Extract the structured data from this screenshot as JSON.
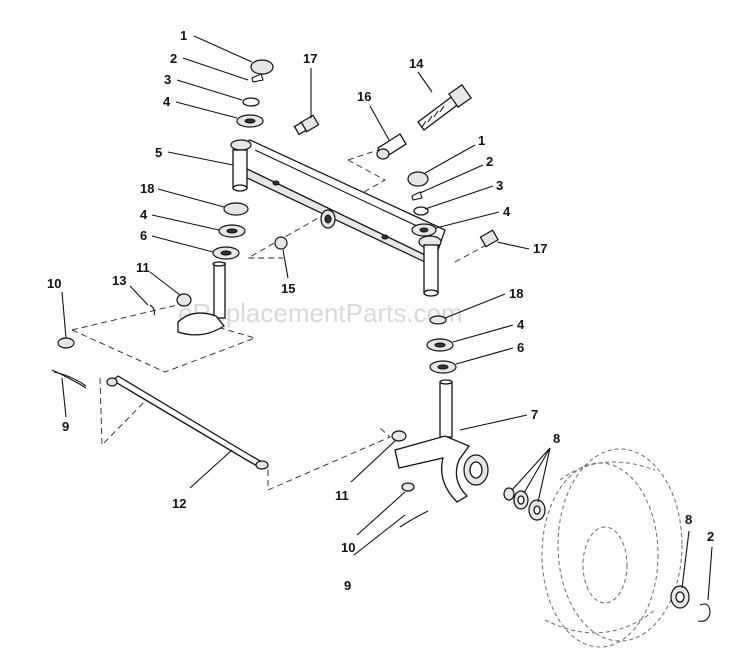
{
  "watermark": "eReplacementParts.com",
  "callouts": [
    {
      "id": "c1a",
      "text": "1"
    },
    {
      "id": "c2a",
      "text": "2"
    },
    {
      "id": "c3a",
      "text": "3"
    },
    {
      "id": "c4a",
      "text": "4"
    },
    {
      "id": "c5",
      "text": "5"
    },
    {
      "id": "c18a",
      "text": "18"
    },
    {
      "id": "c4b",
      "text": "4"
    },
    {
      "id": "c6a",
      "text": "6"
    },
    {
      "id": "c17a",
      "text": "17"
    },
    {
      "id": "c16",
      "text": "16"
    },
    {
      "id": "c14",
      "text": "14"
    },
    {
      "id": "c1b",
      "text": "1"
    },
    {
      "id": "c2b",
      "text": "2"
    },
    {
      "id": "c3b",
      "text": "3"
    },
    {
      "id": "c4c",
      "text": "4"
    },
    {
      "id": "c17b",
      "text": "17"
    },
    {
      "id": "c15",
      "text": "15"
    },
    {
      "id": "c10a",
      "text": "10"
    },
    {
      "id": "c13",
      "text": "13"
    },
    {
      "id": "c11a",
      "text": "11"
    },
    {
      "id": "c9a",
      "text": "9"
    },
    {
      "id": "c18b",
      "text": "18"
    },
    {
      "id": "c4d",
      "text": "4"
    },
    {
      "id": "c6b",
      "text": "6"
    },
    {
      "id": "c7",
      "text": "7"
    },
    {
      "id": "c8a",
      "text": "8"
    },
    {
      "id": "c12",
      "text": "12"
    },
    {
      "id": "c11b",
      "text": "11"
    },
    {
      "id": "c10b",
      "text": "10"
    },
    {
      "id": "c9b",
      "text": "9"
    },
    {
      "id": "c8b",
      "text": "8"
    },
    {
      "id": "c2c",
      "text": "2"
    }
  ]
}
